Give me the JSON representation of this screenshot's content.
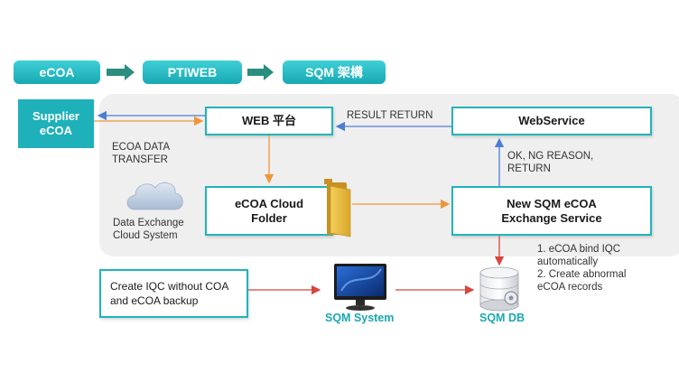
{
  "header": {
    "steps": [
      "eCOA",
      "PTIWEB",
      "SQM 架構"
    ]
  },
  "nodes": {
    "supplier": "Supplier\neCOA",
    "web_platform": "WEB 平台",
    "webservice": "WebService",
    "cloud_folder": "eCOA Cloud\nFolder",
    "exchange_service": "New SQM eCOA\nExchange Service",
    "create_iqc": "Create IQC without COA\nand eCOA backup",
    "sqm_system": "SQM System",
    "sqm_db": "SQM DB"
  },
  "labels": {
    "ecoa_transfer": "ECOA DATA\nTRANSFER",
    "result_return": "RESULT RETURN",
    "ok_ng": "OK, NG REASON,\nRETURN",
    "cloud_system": "Data Exchange\nCloud System",
    "db_note": "1. eCOA bind IQC\nautomatically\n2. Create abnormal\neCOA records"
  },
  "colors": {
    "teal": "#21b3bb",
    "blue_arrow": "#4a7fd4",
    "orange_arrow": "#f0963a",
    "red_arrow": "#d9453b"
  }
}
